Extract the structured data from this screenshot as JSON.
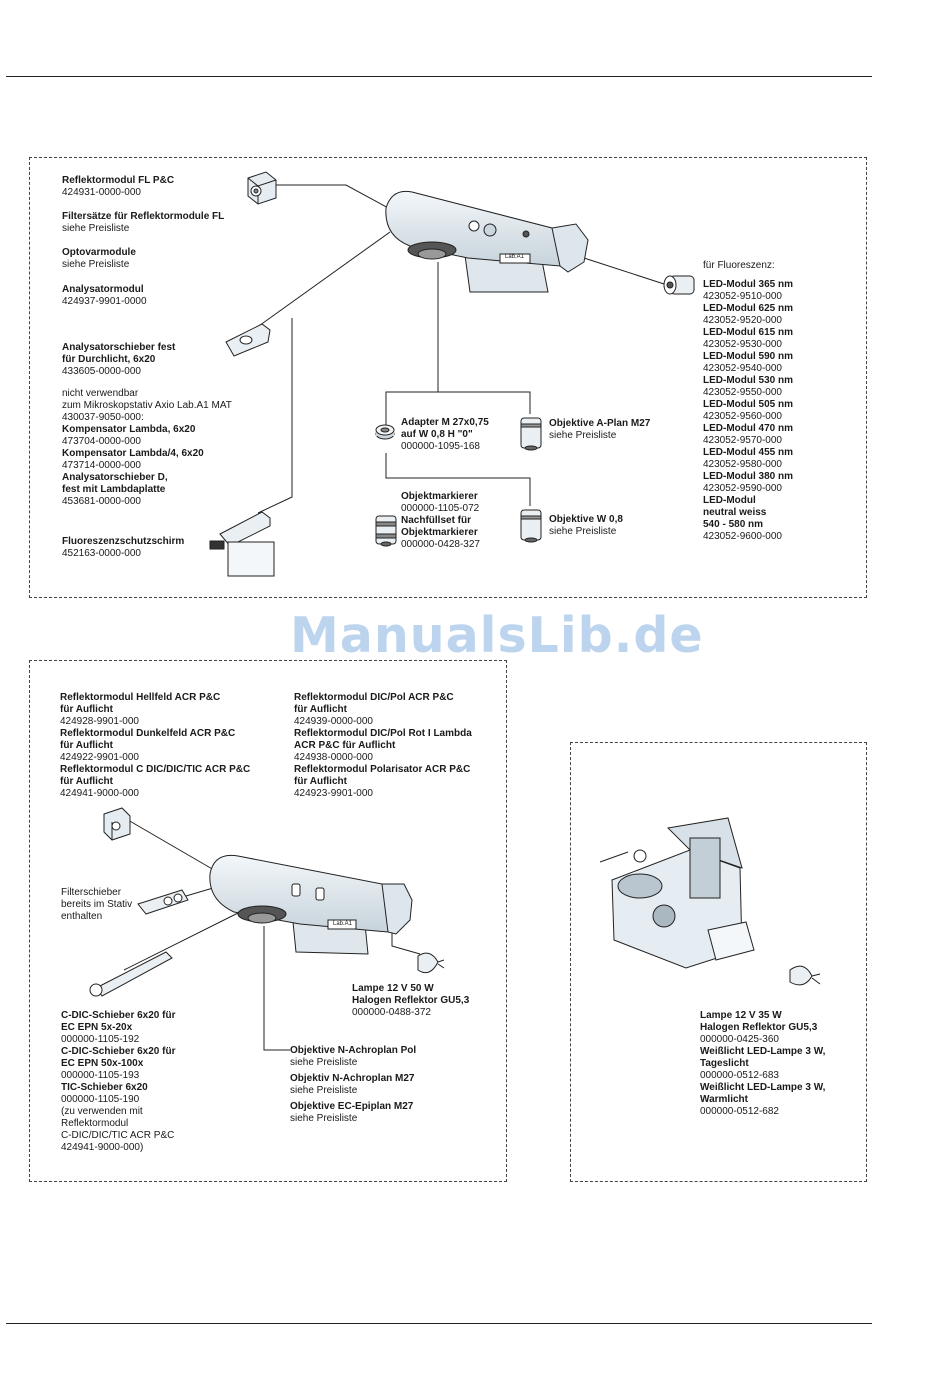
{
  "watermark": "ManualsLib.de",
  "fl": {
    "left": [
      {
        "title": "Reflektormodul FL P&C",
        "number": "424931-0000-000"
      },
      {
        "title": "Filtersätze für Reflektormodule FL",
        "note": "siehe Preisliste"
      },
      {
        "title": "Optovarmodule",
        "note": "siehe Preisliste"
      },
      {
        "title": "Analysatormodul",
        "number": "424937-9901-0000"
      },
      {
        "title": "Analysatorschieber fest",
        "title2": "für Durchlicht, 6x20",
        "number": "433605-0000-000"
      }
    ],
    "notUsable": {
      "lines": [
        "nicht verwendbar",
        "zum Mikroskopstativ Axio Lab.A1 MAT",
        "430037-9050-000:"
      ],
      "items": [
        {
          "title": "Kompensator Lambda, 6x20",
          "number": "473704-0000-000"
        },
        {
          "title": "Kompensator Lambda/4, 6x20",
          "number": "473714-0000-000"
        },
        {
          "title": "Analysatorschieber D,",
          "title2": "fest mit Lambdaplatte",
          "number": "453681-0000-000"
        }
      ]
    },
    "shield": {
      "title": "Fluoreszenzschutzschirm",
      "number": "452163-0000-000"
    },
    "adapter": {
      "title": "Adapter M 27x0,75",
      "title2": "auf W 0,8 H \"0\"",
      "number": "000000-1095-168"
    },
    "objA": {
      "title": "Objektive A-Plan M27",
      "note": "siehe Preisliste"
    },
    "marker": {
      "title": "Objektmarkierer",
      "number": "000000-1105-072",
      "title2": "Nachfüllset für",
      "title3": "Objektmarkierer",
      "number2": "000000-0428-327"
    },
    "objW": {
      "title": "Objektive W 0,8",
      "note": "siehe Preisliste"
    },
    "ledHeading": "für Fluoreszenz:",
    "leds": [
      {
        "title": "LED-Modul 365 nm",
        "number": "423052-9510-000"
      },
      {
        "title": "LED-Modul 625 nm",
        "number": "423052-9520-000"
      },
      {
        "title": "LED-Modul 615 nm",
        "number": "423052-9530-000"
      },
      {
        "title": "LED-Modul 590 nm",
        "number": "423052-9540-000"
      },
      {
        "title": "LED-Modul 530 nm",
        "number": "423052-9550-000"
      },
      {
        "title": "LED-Modul 505 nm",
        "number": "423052-9560-000"
      },
      {
        "title": "LED-Modul 470 nm",
        "number": "423052-9570-000"
      },
      {
        "title": "LED-Modul 455 nm",
        "number": "423052-9580-000"
      },
      {
        "title": "LED-Modul 380 nm",
        "number": "423052-9590-000"
      }
    ],
    "ledWhite": {
      "title": "LED-Modul",
      "title2": "neutral weiss",
      "title3": "540 - 580 nm",
      "number": "423052-9600-000"
    },
    "bodyLabel": "Lab.A1"
  },
  "refl": {
    "col1": [
      {
        "title": "Reflektormodul Hellfeld ACR P&C",
        "title2": "für Auflicht",
        "number": "424928-9901-000"
      },
      {
        "title": "Reflektormodul Dunkelfeld ACR P&C",
        "title2": "für Auflicht",
        "number": "424922-9901-000"
      },
      {
        "title": "Reflektormodul C DIC/DIC/TIC ACR P&C",
        "title2": "für Auflicht",
        "number": "424941-9000-000"
      }
    ],
    "col2": [
      {
        "title": "Reflektormodul DIC/Pol ACR P&C",
        "title2": "für Auflicht",
        "number": "424939-0000-000"
      },
      {
        "title": "Reflektormodul DIC/Pol Rot I Lambda",
        "title2": "ACR P&C für Auflicht",
        "number": "424938-0000-000"
      },
      {
        "title": "Reflektormodul Polarisator ACR P&C",
        "title2": "für Auflicht",
        "number": "424923-9901-000"
      }
    ],
    "filterslider": [
      "Filterschieber",
      "bereits im Stativ",
      "enthalten"
    ],
    "lamp": {
      "title": "Lampe 12 V 50 W",
      "title2": "Halogen Reflektor GU5,3",
      "number": "000000-0488-372"
    },
    "sliders": [
      {
        "title": "C-DIC-Schieber 6x20 für",
        "title2": "EC EPN 5x-20x",
        "number": "000000-1105-192"
      },
      {
        "title": "C-DIC-Schieber 6x20 für",
        "title2": "EC EPN 50x-100x",
        "number": "000000-1105-193"
      },
      {
        "title": "TIC-Schieber 6x20",
        "number": "000000-1105-190"
      }
    ],
    "sliderNote": [
      "(zu verwenden mit",
      "Reflektormodul",
      "C-DIC/DIC/TIC ACR P&C",
      "424941-9000-000)"
    ],
    "objectives": [
      {
        "title": "Objektive N-Achroplan Pol",
        "note": "siehe Preisliste"
      },
      {
        "title": "Objektiv N-Achroplan M27",
        "note": "siehe Preisliste"
      },
      {
        "title": "Objektive EC-Epiplan M27",
        "note": "siehe Preisliste"
      }
    ],
    "bodyLabel": "Lab.A1"
  },
  "lampBox": {
    "items": [
      {
        "title": "Lampe 12 V 35 W",
        "title2": "Halogen Reflektor GU5,3",
        "number": "000000-0425-360"
      },
      {
        "title": "Weißlicht LED-Lampe 3 W,",
        "title2": "Tageslicht",
        "number": "000000-0512-683"
      },
      {
        "title": "Weißlicht LED-Lampe 3 W,",
        "title2": "Warmlicht",
        "number": "000000-0512-682"
      }
    ]
  },
  "colors": {
    "line": "#222222",
    "housing": "#e9eff3",
    "shade": "#b9c6cf",
    "watermark": "#bcd4ee"
  }
}
